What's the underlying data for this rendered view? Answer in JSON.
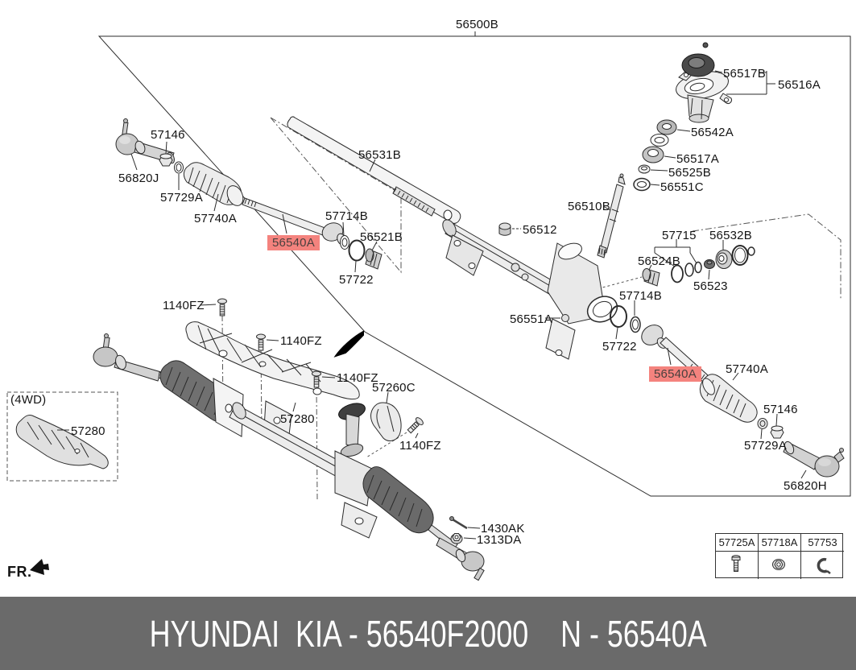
{
  "assembly_ref": "56500B",
  "callouts": [
    {
      "text": "56500B"
    },
    {
      "text": "57146"
    },
    {
      "text": "56820J"
    },
    {
      "text": "57729A"
    },
    {
      "text": "57740A"
    },
    {
      "text": "56540A",
      "highlight": true
    },
    {
      "text": "57714B"
    },
    {
      "text": "56521B"
    },
    {
      "text": "57722"
    },
    {
      "text": "56531B"
    },
    {
      "text": "56512"
    },
    {
      "text": "56510B"
    },
    {
      "text": "56517B"
    },
    {
      "text": "56516A"
    },
    {
      "text": "56542A"
    },
    {
      "text": "56517A"
    },
    {
      "text": "56525B"
    },
    {
      "text": "56551C"
    },
    {
      "text": "57715"
    },
    {
      "text": "56532B"
    },
    {
      "text": "56524B"
    },
    {
      "text": "56523"
    },
    {
      "text": "56551A"
    },
    {
      "text": "57714B"
    },
    {
      "text": "57722"
    },
    {
      "text": "56540A",
      "highlight": true
    },
    {
      "text": "57740A"
    },
    {
      "text": "57146"
    },
    {
      "text": "57729A"
    },
    {
      "text": "56820H"
    },
    {
      "text": "1140FZ"
    },
    {
      "text": "1140FZ"
    },
    {
      "text": "1140FZ"
    },
    {
      "text": "57280"
    },
    {
      "text": "57260C"
    },
    {
      "text": "1140FZ"
    },
    {
      "text": "(4WD)"
    },
    {
      "text": "57280"
    },
    {
      "text": "1430AK"
    },
    {
      "text": "1313DA"
    },
    {
      "text": "FR."
    }
  ],
  "reference_table": {
    "columns": [
      {
        "header": "57725A",
        "icon": "bolt-icon"
      },
      {
        "header": "57718A",
        "icon": "flange-nut-icon"
      },
      {
        "header": "57753",
        "icon": "clip-icon"
      }
    ]
  },
  "footer": {
    "text": "HYUNDAI  KIA - 56540F2000    N - 56540A",
    "background": "#6a6a6a",
    "text_color": "#ffffff"
  },
  "colors": {
    "highlight_bg": "#f4837e",
    "line": "#2b2b2b",
    "background": "#ffffff"
  }
}
